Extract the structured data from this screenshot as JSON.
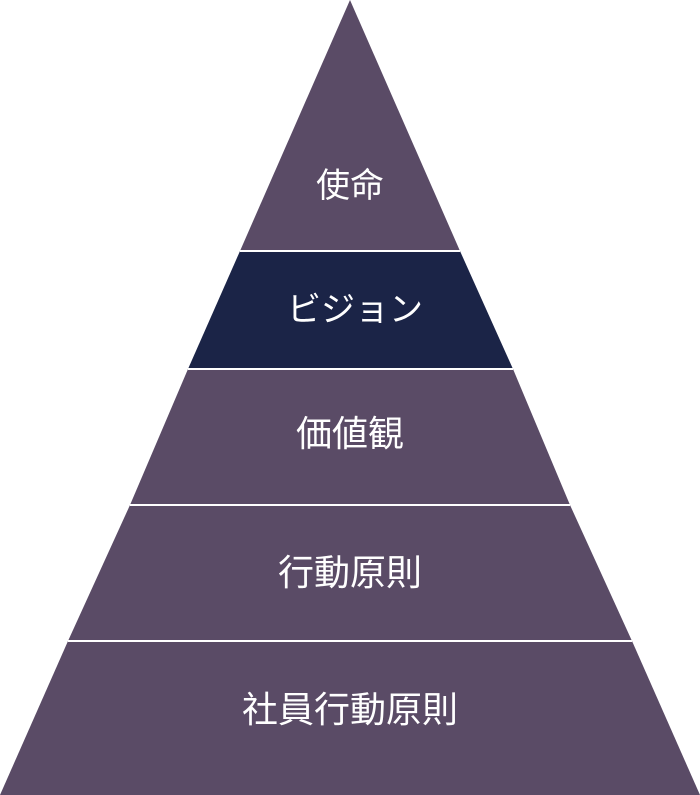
{
  "pyramid": {
    "colors": {
      "tier": "#5a4b66",
      "highlight": "#1b2447",
      "text": "#ffffff",
      "divider": "#ffffff"
    },
    "tiers": [
      {
        "label": "使命",
        "highlighted": false
      },
      {
        "label": "ビジョン",
        "highlighted": true
      },
      {
        "label": "価値観",
        "highlighted": false
      },
      {
        "label": "行動原則",
        "highlighted": false
      },
      {
        "label": "社員行動原則",
        "highlighted": false
      }
    ]
  }
}
